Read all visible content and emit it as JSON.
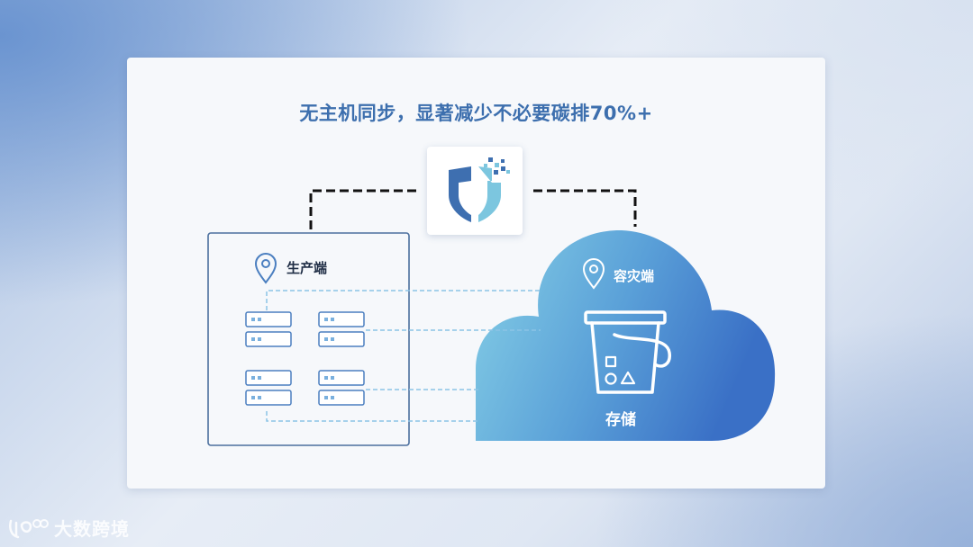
{
  "headline": "无主机同步，显著减少不必要碳排70%+",
  "production": {
    "label": "生产端",
    "icon": "location-pin-icon"
  },
  "disaster_recovery": {
    "label": "容灾端",
    "icon": "location-pin-icon"
  },
  "storage": {
    "label": "存储",
    "icon": "bucket-icon"
  },
  "sync_hub": {
    "icon": "shield-logo-icon"
  },
  "watermark": {
    "brand_text": "大数跨境"
  },
  "colors": {
    "accent": "#3d6fae",
    "cloud_start": "#7ec9e3",
    "cloud_end": "#3a73c7",
    "server_line": "#4b7fc0",
    "dashed_link": "#8cc4e6"
  }
}
